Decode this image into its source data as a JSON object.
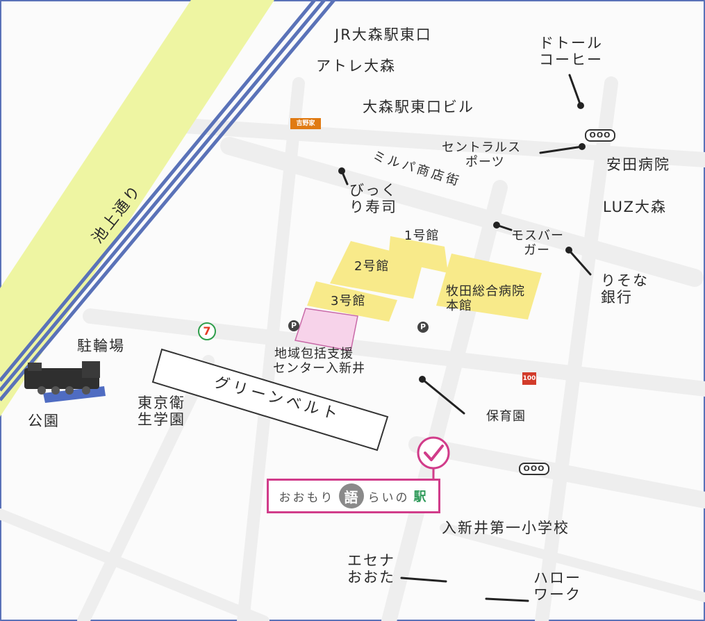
{
  "map": {
    "roads": {
      "ikegami": "池上通り",
      "milpa": "ミルパ商店街",
      "green_belt": "グリーンベルト"
    },
    "buildings": {
      "bldg1": "1号館",
      "bldg2": "2号館",
      "bldg3": "3号館",
      "makita_line1": "牧田総合病院",
      "makita_line2": "本館"
    },
    "places": {
      "jr_east_exit": "JR大森駅東口",
      "atre": "アトレ大森",
      "east_exit_bldg": "大森駅東口ビル",
      "doutor_line1": "ドトール",
      "doutor_line2": "コーヒー",
      "central_line1": "セントラルス",
      "central_line2": "ポーツ",
      "yasuda": "安田病院",
      "luz": "LUZ大森",
      "bikkuri_line1": "びっく",
      "bikkuri_line2": "り寿司",
      "mos_line1": "モスバー",
      "mos_line2": "ガー",
      "resona_line1": "りそな",
      "resona_line2": "銀行",
      "bike_parking": "駐輪場",
      "park": "公園",
      "center_line1": "地域包括支援",
      "center_line2": "センター入新井",
      "tokyo_eisei_line1": "東京衛",
      "tokyo_eisei_line2": "生学園",
      "nursery": "保育園",
      "school": "入新井第一小学校",
      "esena_line1": "エセナ",
      "esena_line2": "おおた",
      "hello_line1": "ハロー",
      "hello_line2": "ワーク"
    },
    "venue": {
      "pre": "おおもり",
      "kanji": "語",
      "post": "らいの",
      "eki": "駅"
    },
    "signs": {
      "bus_stop": "OOO",
      "parking": "P",
      "seven": "7",
      "yoshinoya": "吉野家",
      "store100": "100"
    },
    "icons": [
      "bus-stop-icon",
      "parking-icon",
      "convenience-store-icon",
      "restaurant-logo-icon",
      "store-100-icon",
      "locomotive-icon",
      "checkmark-pin-icon"
    ],
    "colors": {
      "road_rail": "#5a72b8",
      "ikegami_road": "#eef5a2",
      "building": "#f8ea8a",
      "center_highlight": "#f7d3ea",
      "venue_accent": "#d13c8a",
      "venue_eki": "#2f9a5a"
    }
  }
}
